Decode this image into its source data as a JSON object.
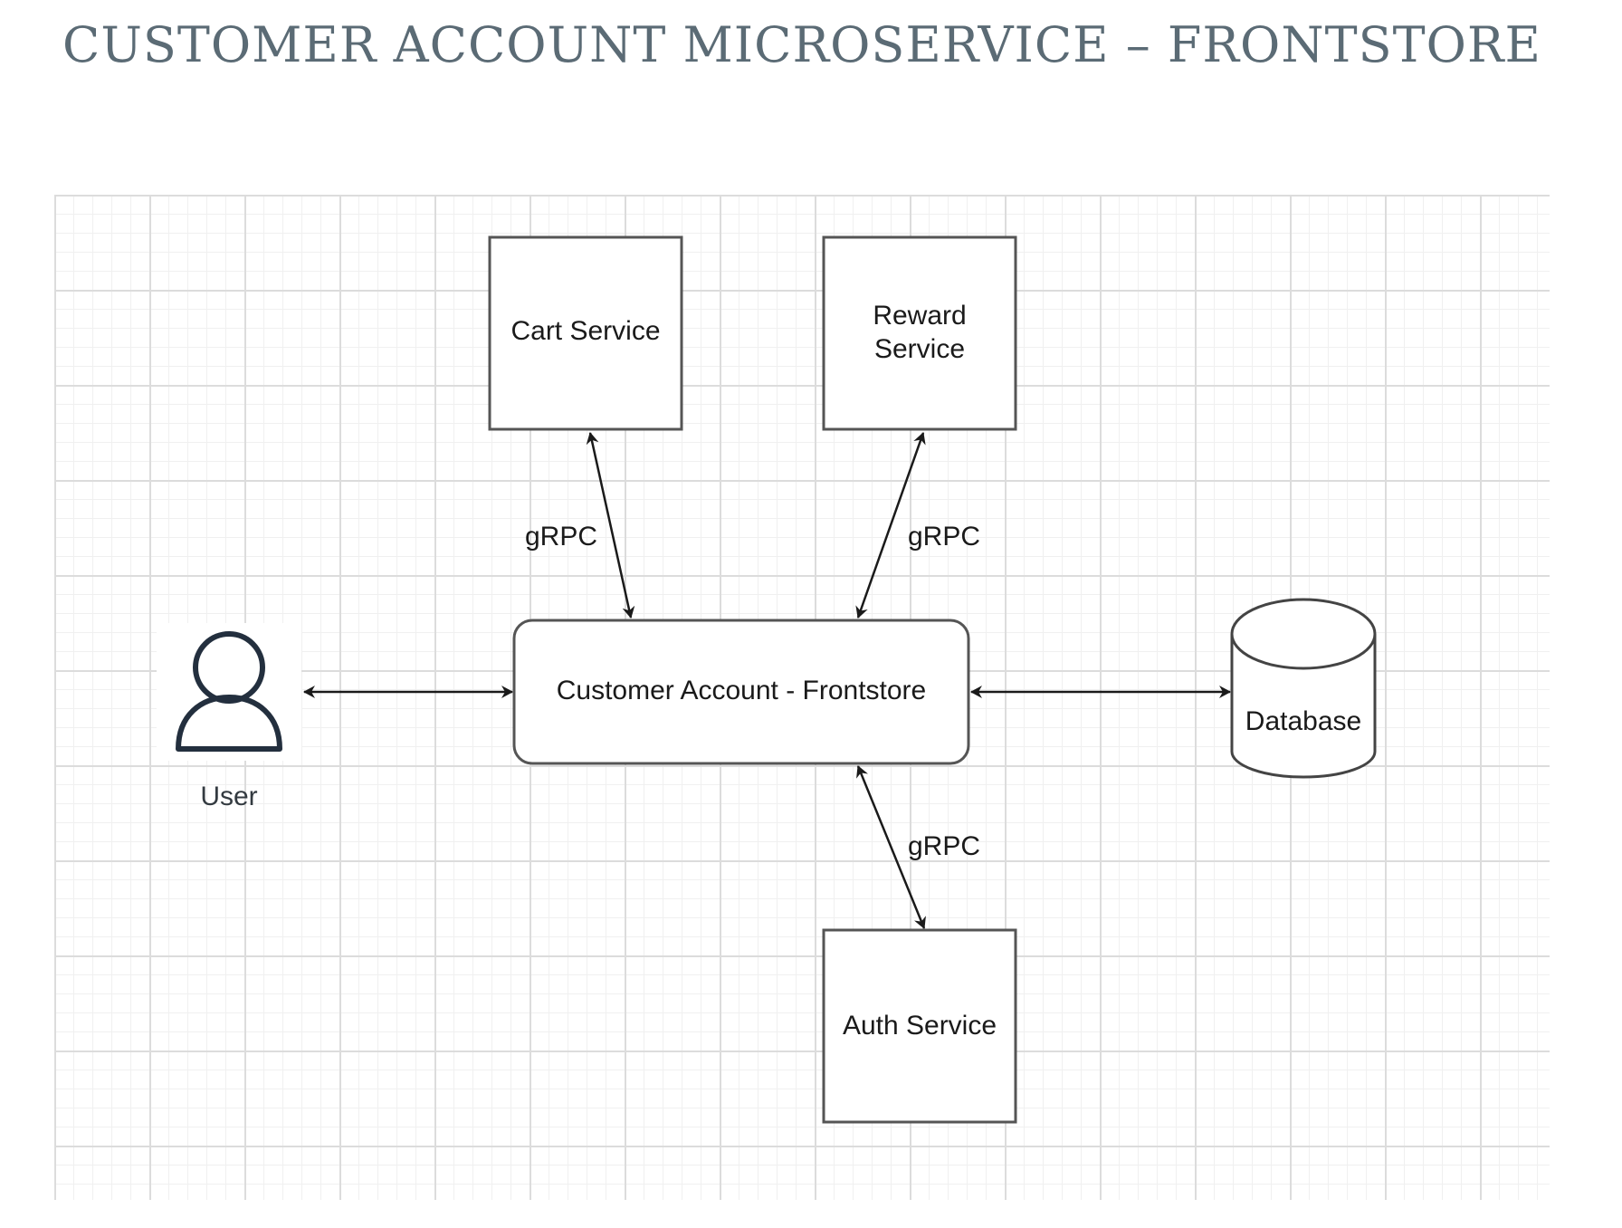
{
  "title": "CUSTOMER ACCOUNT MICROSERVICE – FRONTSTORE",
  "colors": {
    "title": "#5b6b75",
    "stroke": "#1a1a1a",
    "box_stroke": "#555555",
    "grid_major": "#dcdcdc",
    "grid_minor": "#f0f0f0"
  },
  "nodes": {
    "cart": {
      "label": "Cart Service"
    },
    "reward": {
      "label_line1": "Reward",
      "label_line2": "Service"
    },
    "center": {
      "label": "Customer Account - Frontstore"
    },
    "database": {
      "label": "Database"
    },
    "auth": {
      "label": "Auth Service"
    },
    "user": {
      "label": "User",
      "icon": "user-icon"
    }
  },
  "edges": {
    "cart": {
      "label": "gRPC"
    },
    "reward": {
      "label": "gRPC"
    },
    "auth": {
      "label": "gRPC"
    }
  }
}
